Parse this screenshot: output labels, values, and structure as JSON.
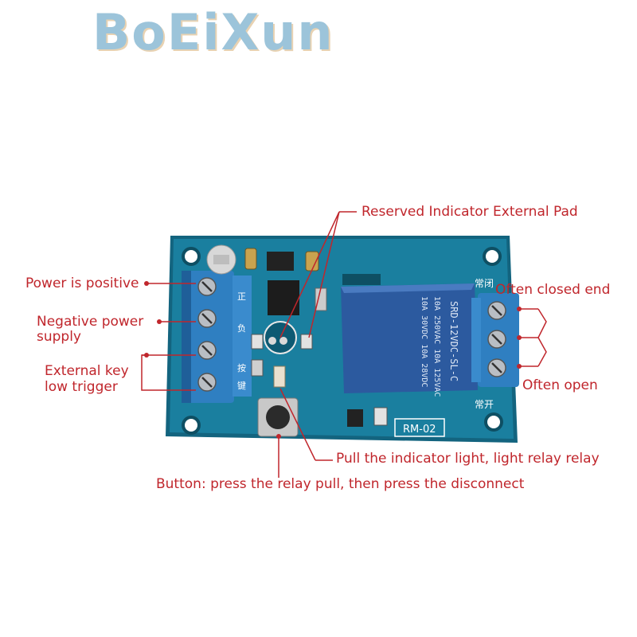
{
  "brand": {
    "logo_text": "BoEiXun"
  },
  "board": {
    "model": "RM-02",
    "relay_text": [
      "SRD-12VDC-SL-C",
      "10A 250VAC  10A 125VAC",
      "10A 30VDC  10A 28VDC"
    ],
    "nc_mark": "常闭",
    "no_mark": "常开",
    "terminal_marks": [
      "正",
      "负",
      "按",
      "键"
    ]
  },
  "labels": {
    "reserved_pad": "Reserved Indicator External Pad",
    "power_positive": "Power is positive",
    "negative_supply": [
      "Negative power",
      "supply"
    ],
    "external_key": [
      "External key",
      "low trigger"
    ],
    "closed_end": "Often closed end",
    "open_end": "Often open",
    "indicator": "Pull the indicator light, light relay relay",
    "button": "Button: press the relay pull, then press the disconnect"
  },
  "colors": {
    "annotation": "#c0262c",
    "pcb": "#14708f",
    "terminal": "#2f7fc1",
    "relay": "#2c5a9f"
  }
}
